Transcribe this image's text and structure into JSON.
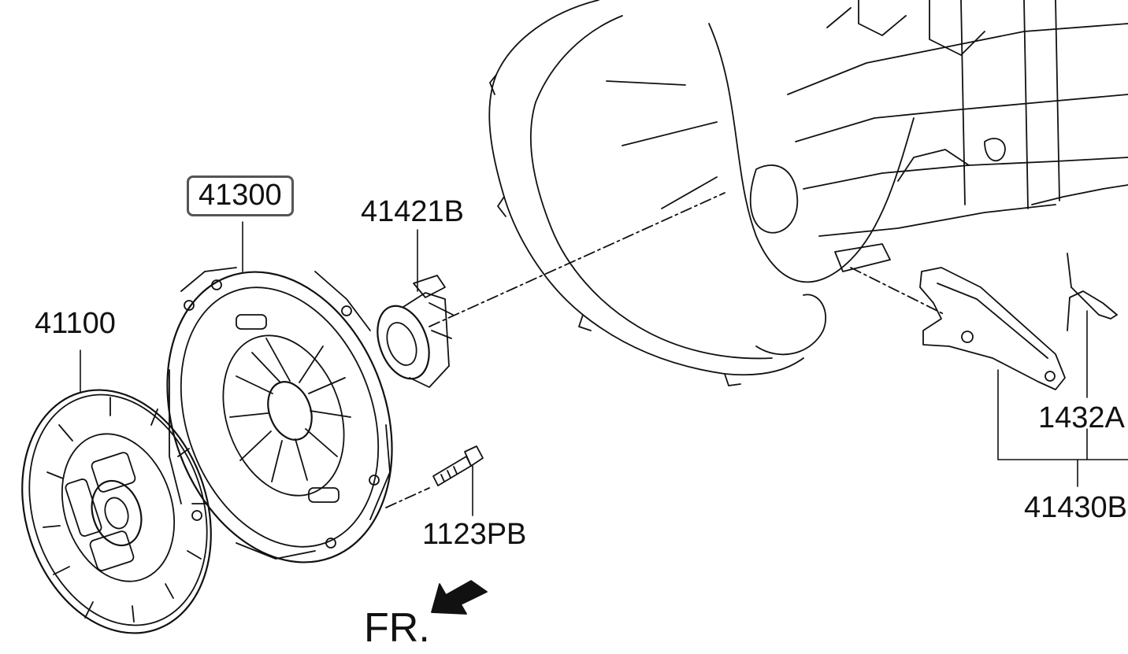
{
  "labels": {
    "clutch_cover": "41300",
    "release_bearing": "41421B",
    "clutch_disc": "41100",
    "bolt": "1123PB",
    "fork_spring": "1432A",
    "release_fork": "41430B",
    "front_indicator": "FR."
  },
  "highlighted_part": "41300",
  "colors": {
    "line": "#111111",
    "box_border": "#555555",
    "background": "#ffffff"
  }
}
